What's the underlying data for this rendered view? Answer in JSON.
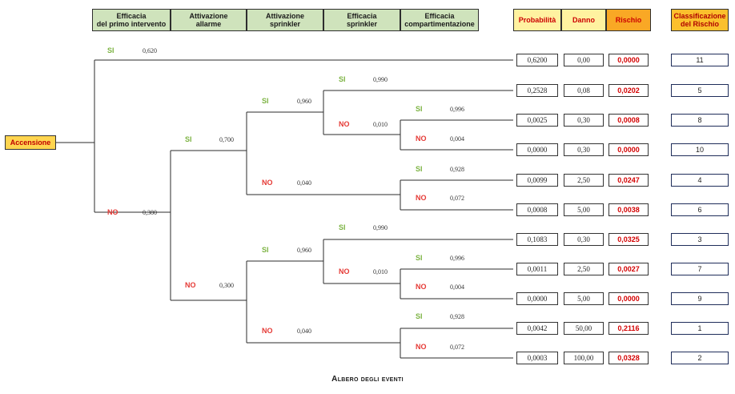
{
  "headers": {
    "tree": [
      "Efficacia\ndel primo intervento",
      "Attivazione\nallarme",
      "Attivazione\nsprinkler",
      "Efficacia\nsprinkler",
      "Efficacia\ncompartimentazione"
    ],
    "probabilita": "Probabilità",
    "danno": "Danno",
    "rischio": "Rischio",
    "classificazione": "Classificazione\ndel Rischio"
  },
  "root_label": "Accensione",
  "branches": [
    {
      "id": "L1_SI",
      "label": "SI",
      "prob": "0,620"
    },
    {
      "id": "L1_NO",
      "label": "NO",
      "prob": "0,380"
    },
    {
      "id": "L2a_SI",
      "label": "SI",
      "prob": "0,700"
    },
    {
      "id": "L2b_NO",
      "label": "NO",
      "prob": "0,300"
    },
    {
      "id": "L3a_SI",
      "label": "SI",
      "prob": "0,960"
    },
    {
      "id": "L3a_NO",
      "label": "NO",
      "prob": "0,040"
    },
    {
      "id": "L3b_SI",
      "label": "SI",
      "prob": "0,960"
    },
    {
      "id": "L3b_NO",
      "label": "NO",
      "prob": "0,040"
    },
    {
      "id": "L4a_SI",
      "label": "SI",
      "prob": "0,990"
    },
    {
      "id": "L4a_NO",
      "label": "NO",
      "prob": "0,010"
    },
    {
      "id": "L4b_SI",
      "label": "SI",
      "prob": "0,990"
    },
    {
      "id": "L4b_NO",
      "label": "NO",
      "prob": "0,010"
    },
    {
      "id": "L5a_SI",
      "label": "SI",
      "prob": "0,996"
    },
    {
      "id": "L5a_NO",
      "label": "NO",
      "prob": "0,004"
    },
    {
      "id": "L5b_SI",
      "label": "SI",
      "prob": "0,928"
    },
    {
      "id": "L5b_NO",
      "label": "NO",
      "prob": "0,072"
    },
    {
      "id": "L5c_SI",
      "label": "SI",
      "prob": "0,996"
    },
    {
      "id": "L5c_NO",
      "label": "NO",
      "prob": "0,004"
    },
    {
      "id": "L5d_SI",
      "label": "SI",
      "prob": "0,928"
    },
    {
      "id": "L5d_NO",
      "label": "NO",
      "prob": "0,072"
    }
  ],
  "outcomes": [
    {
      "probabilita": "0,6200",
      "danno": "0,00",
      "rischio": "0,0000",
      "classe": "11"
    },
    {
      "probabilita": "0,2528",
      "danno": "0,08",
      "rischio": "0,0202",
      "classe": "5"
    },
    {
      "probabilita": "0,0025",
      "danno": "0,30",
      "rischio": "0,0008",
      "classe": "8"
    },
    {
      "probabilita": "0,0000",
      "danno": "0,30",
      "rischio": "0,0000",
      "classe": "10"
    },
    {
      "probabilita": "0,0099",
      "danno": "2,50",
      "rischio": "0,0247",
      "classe": "4"
    },
    {
      "probabilita": "0,0008",
      "danno": "5,00",
      "rischio": "0,0038",
      "classe": "6"
    },
    {
      "probabilita": "0,1083",
      "danno": "0,30",
      "rischio": "0,0325",
      "classe": "3"
    },
    {
      "probabilita": "0,0011",
      "danno": "2,50",
      "rischio": "0,0027",
      "classe": "7"
    },
    {
      "probabilita": "0,0000",
      "danno": "5,00",
      "rischio": "0,0000",
      "classe": "9"
    },
    {
      "probabilita": "0,0042",
      "danno": "50,00",
      "rischio": "0,2116",
      "classe": "1"
    },
    {
      "probabilita": "0,0003",
      "danno": "100,00",
      "rischio": "0,0328",
      "classe": "2"
    }
  ],
  "caption": "Albero degli eventi",
  "colors": {
    "si": "#7cb342",
    "no": "#e53935",
    "header_green": "#cfe3bc",
    "header_yellow": "#fff2a0",
    "header_orange": "#f9a825",
    "risk_red": "#d40000",
    "root_fill": "#ffd54f"
  }
}
